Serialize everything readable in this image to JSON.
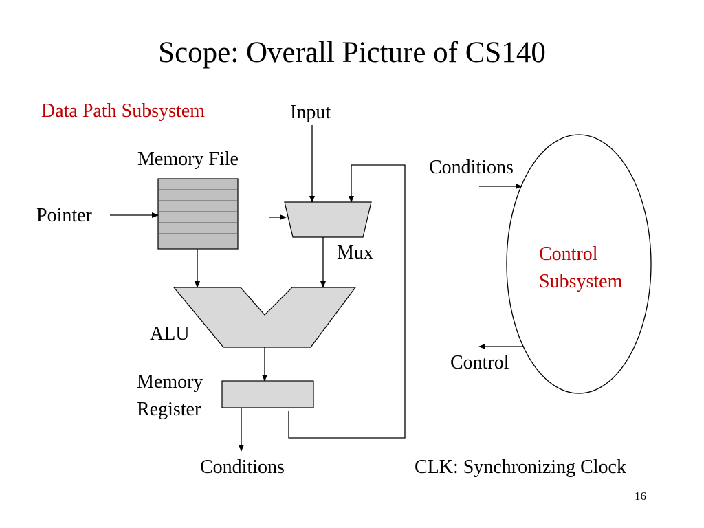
{
  "slide": {
    "title": "Scope: Overall Picture of CS140",
    "page_number": "16"
  },
  "labels": {
    "data_path": "Data Path Subsystem",
    "input": "Input",
    "memory_file": "Memory File",
    "pointer": "Pointer",
    "mux": "Mux",
    "alu": "ALU",
    "memory_register_line1": "Memory",
    "memory_register_line2": "Register",
    "conditions_bottom": "Conditions",
    "conditions_right": "Conditions",
    "control_subsystem_line1": "Control",
    "control_subsystem_line2": "Subsystem",
    "control": "Control",
    "clk": "CLK: Synchronizing Clock"
  },
  "colors": {
    "accent_red": "#c00000",
    "block_fill": "#d9d9d9",
    "memory_fill": "#c0c0c0"
  }
}
